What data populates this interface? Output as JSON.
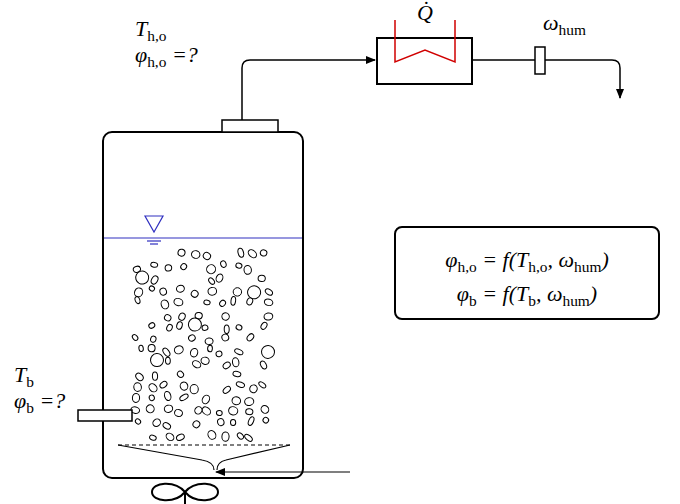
{
  "diagram": {
    "nodes": [
      {
        "text": [
          "φh,o = f(Th,o, ωhum)",
          "φb = f(Tb, ωhum)"
        ]
      }
    ],
    "labels": [
      "Th,o",
      "φh,o =?",
      "Q̇",
      "ωhum",
      "Tb",
      "φb =?"
    ]
  }
}
